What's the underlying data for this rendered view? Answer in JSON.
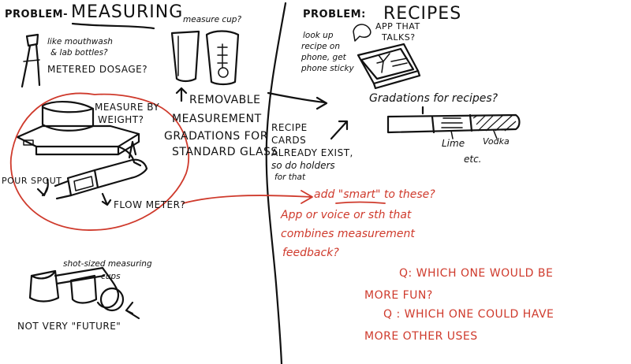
{
  "left": {
    "title_prefix": "PROBLEM-",
    "title_main": "MEASURING",
    "mouthwash_note_1": "like mouthwash",
    "mouthwash_note_2": "& lab bottles?",
    "metered_dosage": "METERED DOSAGE?",
    "measure_cup_question": "measure cup?",
    "removable_1": "REMOVABLE",
    "removable_2": "MEASUREMENT",
    "removable_3": "GRADATIONS FOR",
    "removable_4": "STANDARD GLASS",
    "measure_weight_1": "MEASURE BY",
    "measure_weight_2": "WEIGHT?",
    "pour_spout": "POUR SPOUT",
    "flow_meter": "FLOW METER?",
    "shot_cups_1": "shot-sized measuring",
    "shot_cups_2": "cups",
    "not_future": "NOT VERY \"FUTURE\""
  },
  "right": {
    "title_prefix": "PROBLEM:",
    "title_main": "RECIPES",
    "app_talks_1": "APP THAT",
    "app_talks_2": "TALKS?",
    "look_up_1": "look up",
    "look_up_2": "recipe on",
    "look_up_3": "phone, get",
    "look_up_4": "phone sticky",
    "gradations_recipes": "Gradations for recipes?",
    "recipe_cards_1": "RECIPE",
    "recipe_cards_2": "CARDS",
    "recipe_cards_3": "ALREADY EXIST,",
    "recipe_cards_4": "so do holders",
    "recipe_cards_5": "for that",
    "lime": "Lime",
    "vodka": "Vodka",
    "etc": "etc."
  },
  "red_notes": {
    "add_smart": "add \"smart\" to these?",
    "app_voice": "App or voice or sth that",
    "combines": "combines measurement",
    "feedback": "feedback?",
    "q1_a": "Q: WHICH ONE WOULD BE",
    "q1_b": "MORE FUN?",
    "q2_a": "Q : WHICH ONE COULD HAVE",
    "q2_b": "MORE OTHER USES"
  },
  "colors": {
    "ink": "#111111",
    "red_pen": "#cf3a2c",
    "paper": "#ffffff"
  }
}
